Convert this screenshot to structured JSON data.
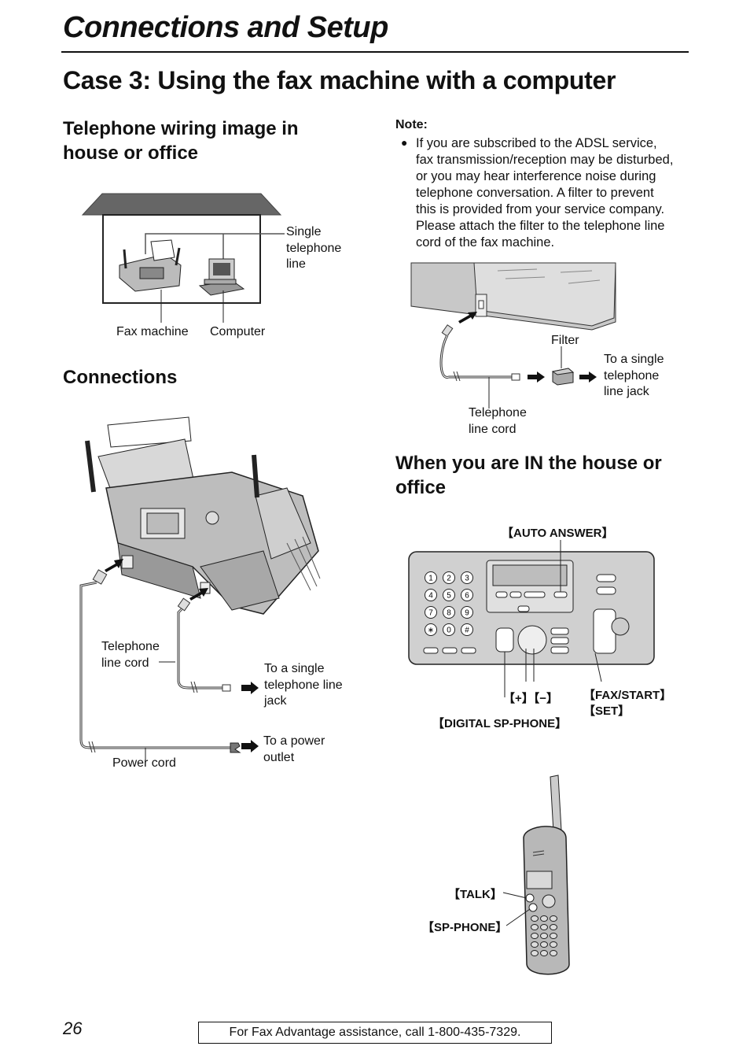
{
  "header": {
    "section_title": "Connections and Setup",
    "page_heading": "Case 3: Using the fax machine with a computer"
  },
  "wiring": {
    "heading_line1": "Telephone wiring image in",
    "heading_line2": "house or office",
    "label_single_line": [
      "Single",
      "telephone",
      "line"
    ],
    "label_fax": "Fax machine",
    "label_computer": "Computer"
  },
  "note": {
    "label": "Note:",
    "lines": [
      "If you are subscribed to the ADSL service,",
      "fax transmission/reception may be disturbed,",
      "or you may hear interference noise during",
      "telephone conversation. A filter to prevent",
      "this is provided from your service company.",
      "Please attach the filter to the telephone line",
      "cord of the fax machine."
    ]
  },
  "filter_diagram": {
    "label_filter": "Filter",
    "label_jack": [
      "To a single",
      "telephone",
      "line jack"
    ],
    "label_cord": [
      "Telephone",
      "line cord"
    ]
  },
  "connections": {
    "heading": "Connections",
    "label_cord": [
      "Telephone",
      "line cord"
    ],
    "label_jack": [
      "To a single",
      "telephone line",
      "jack"
    ],
    "label_outlet": [
      "To a power",
      "outlet"
    ],
    "label_power": "Power cord"
  },
  "in_house": {
    "heading_line1": "When you are IN the house or",
    "heading_line2": "office",
    "btn_auto_answer": "【AUTO ANSWER】",
    "btn_plus_minus": "【+】【−】",
    "btn_fax_start": "【FAX/START】",
    "btn_set": "【SET】",
    "btn_digital_sp": "【DIGITAL SP-PHONE】",
    "btn_talk": "【TALK】",
    "btn_sp_phone": "【SP-PHONE】",
    "keypad_keys": [
      "1",
      "2",
      "3",
      "4",
      "5",
      "6",
      "7",
      "8",
      "9",
      "∗",
      "0",
      "#"
    ]
  },
  "footer": {
    "page_number": "26",
    "assistance": "For Fax Advantage assistance, call 1-800-435-7329."
  }
}
